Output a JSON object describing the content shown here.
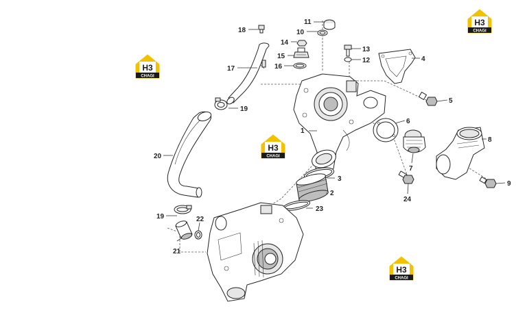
{
  "callouts": [
    {
      "id": "1",
      "label": "1"
    },
    {
      "id": "2",
      "label": "2"
    },
    {
      "id": "3",
      "label": "3"
    },
    {
      "id": "4",
      "label": "4"
    },
    {
      "id": "5",
      "label": "5"
    },
    {
      "id": "6",
      "label": "6"
    },
    {
      "id": "7",
      "label": "7"
    },
    {
      "id": "8",
      "label": "8"
    },
    {
      "id": "9",
      "label": "9"
    },
    {
      "id": "10",
      "label": "10"
    },
    {
      "id": "11",
      "label": "11"
    },
    {
      "id": "12",
      "label": "12"
    },
    {
      "id": "13",
      "label": "13"
    },
    {
      "id": "14",
      "label": "14"
    },
    {
      "id": "15",
      "label": "15"
    },
    {
      "id": "16",
      "label": "16"
    },
    {
      "id": "17",
      "label": "17"
    },
    {
      "id": "18",
      "label": "18"
    },
    {
      "id": "19a",
      "label": "19"
    },
    {
      "id": "19b",
      "label": "19"
    },
    {
      "id": "20",
      "label": "20"
    },
    {
      "id": "21",
      "label": "21"
    },
    {
      "id": "22",
      "label": "22"
    },
    {
      "id": "23",
      "label": "23"
    },
    {
      "id": "24",
      "label": "24"
    }
  ],
  "watermark": {
    "mark": "H3",
    "caption": "CHAGI",
    "colors": {
      "accent": "#f2c200",
      "dark": "#1a1a1a"
    }
  }
}
